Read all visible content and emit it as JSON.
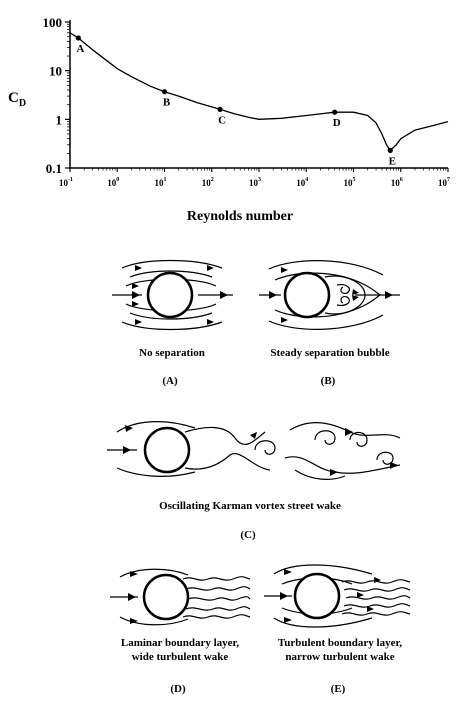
{
  "chart_data": {
    "type": "line",
    "ylabel": "C",
    "ylabel_sub": "D",
    "xlabel": "Reynolds number",
    "x_scale": "log",
    "y_scale": "log",
    "xlim": [
      0.1,
      10000000
    ],
    "ylim": [
      0.1,
      100
    ],
    "x_ticks": [
      "10",
      "10",
      "10",
      "10",
      "10",
      "10",
      "10",
      "10",
      "10"
    ],
    "x_tick_exponents": [
      "-1",
      "0",
      "1",
      "2",
      "3",
      "4",
      "5",
      "6",
      "7"
    ],
    "y_ticks": [
      "0.1",
      "1",
      "10",
      "100"
    ],
    "series": [
      {
        "x": [
          0.1,
          0.15,
          0.3,
          0.6,
          1,
          2,
          5,
          10,
          20,
          50,
          100,
          150,
          300,
          600,
          1000,
          3000,
          10000,
          40000,
          100000,
          200000,
          300000,
          400000,
          500000,
          600000,
          800000,
          1000000,
          2000000,
          5000000,
          10000000
        ],
        "y": [
          60,
          47,
          27,
          16,
          11,
          7.5,
          4.8,
          3.7,
          3.0,
          2.2,
          1.8,
          1.6,
          1.3,
          1.1,
          1.0,
          1.05,
          1.2,
          1.4,
          1.4,
          1.2,
          0.85,
          0.5,
          0.3,
          0.23,
          0.3,
          0.4,
          0.6,
          0.75,
          0.9
        ]
      }
    ],
    "points": [
      {
        "label": "A",
        "x": 0.15,
        "y": 47
      },
      {
        "label": "B",
        "x": 10,
        "y": 3.7
      },
      {
        "label": "C",
        "x": 150,
        "y": 1.6
      },
      {
        "label": "D",
        "x": 40000,
        "y": 1.4
      },
      {
        "label": "E",
        "x": 600000,
        "y": 0.23
      }
    ]
  },
  "diagrams": {
    "a": {
      "caption": "No separation",
      "label": "(A)"
    },
    "b": {
      "caption": "Steady separation bubble",
      "label": "(B)"
    },
    "c": {
      "caption": "Oscillating Karman vortex street wake",
      "label": "(C)"
    },
    "d": {
      "caption_line1": "Laminar boundary layer,",
      "caption_line2": "wide turbulent wake",
      "label": "(D)"
    },
    "e": {
      "caption_line1": "Turbulent boundary layer,",
      "caption_line2": "narrow turbulent wake",
      "label": "(E)"
    }
  }
}
